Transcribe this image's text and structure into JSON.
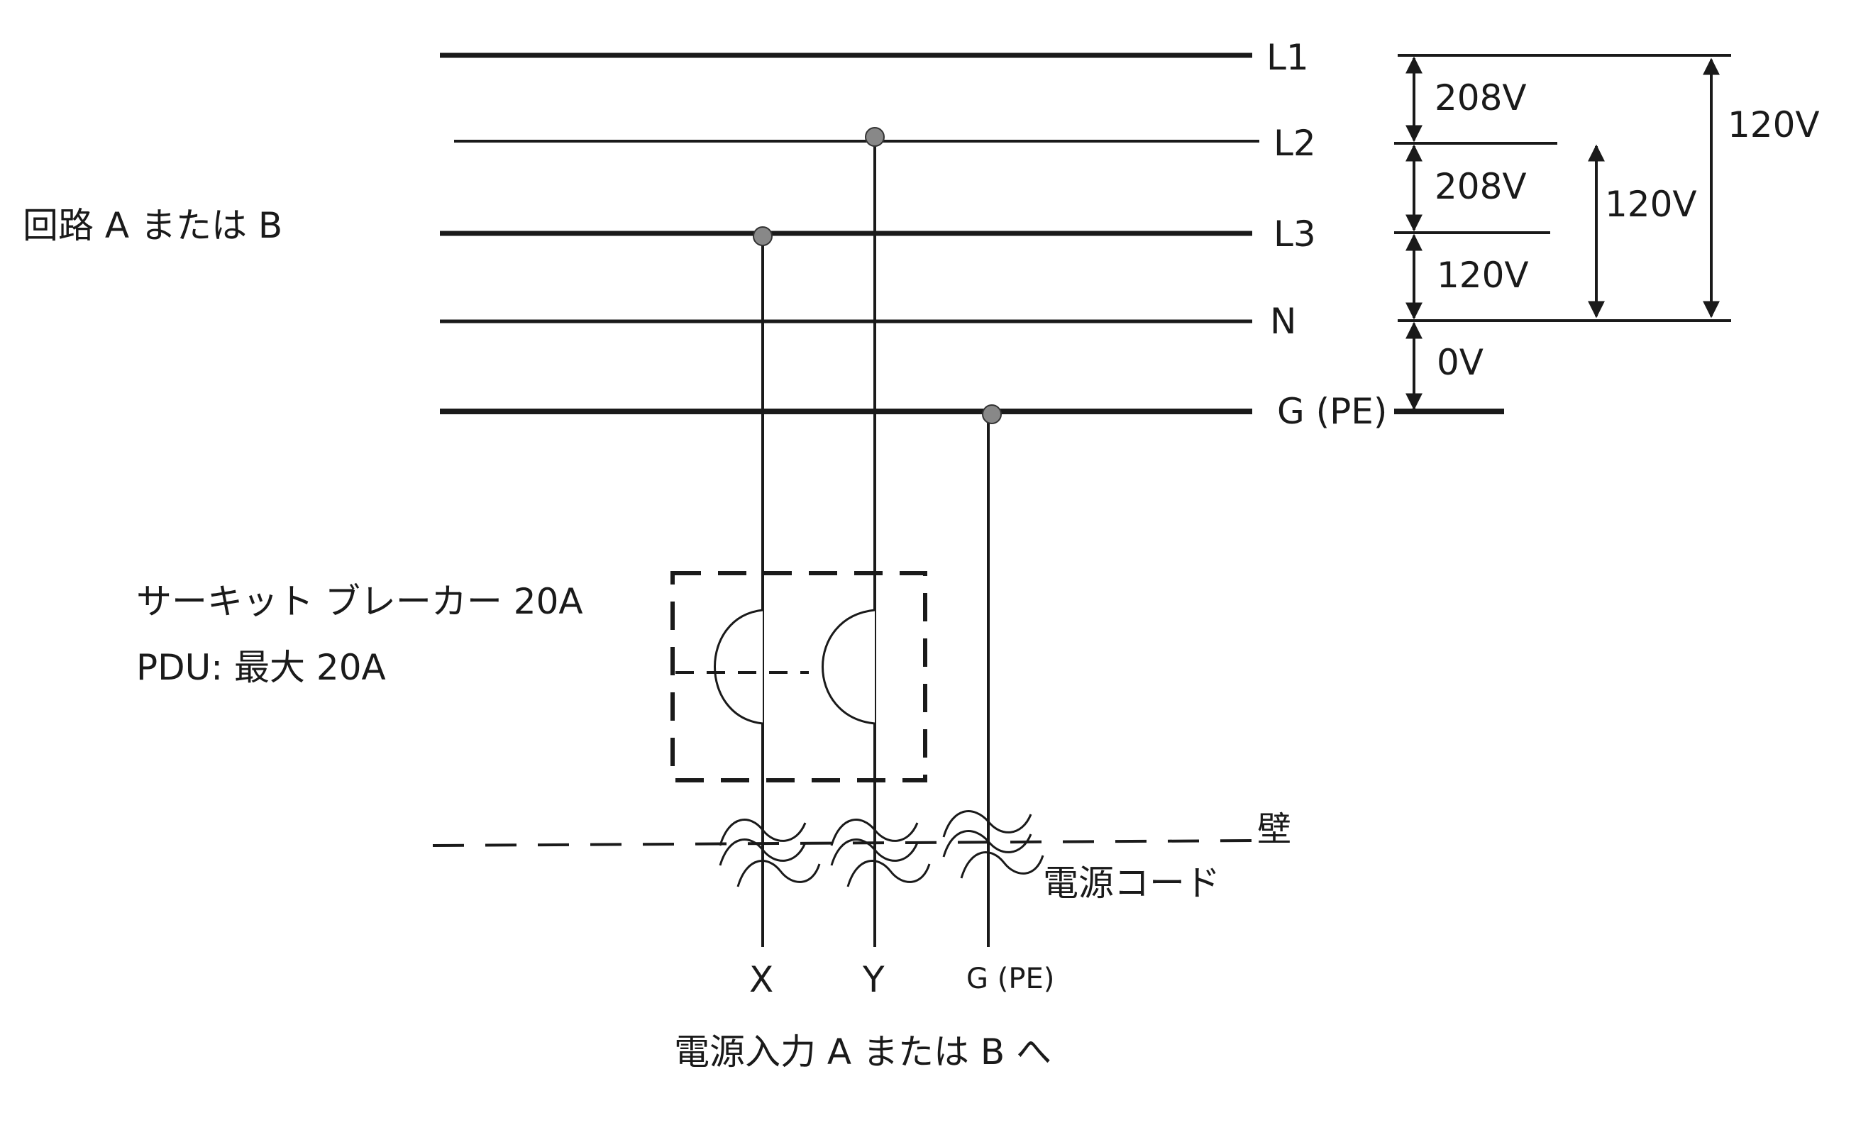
{
  "buses": {
    "l1": "L1",
    "l2": "L2",
    "l3": "L3",
    "n": "N",
    "g": "G (PE)"
  },
  "circuit_label": "回路 A または B",
  "voltages": {
    "l1_l2": "208V",
    "l2_l3": "208V",
    "l3_n": "120V",
    "n_g": "0V",
    "l2_n": "120V",
    "l1_n": "120V"
  },
  "breaker": {
    "line1": "サーキット ブレーカー 20A",
    "line2": "PDU: 最大 20A"
  },
  "wall_label": "壁",
  "cord_label": "電源コード",
  "outputs": {
    "x": "X",
    "y": "Y",
    "g": "G (PE)"
  },
  "caption": "電源入力 A または B へ"
}
